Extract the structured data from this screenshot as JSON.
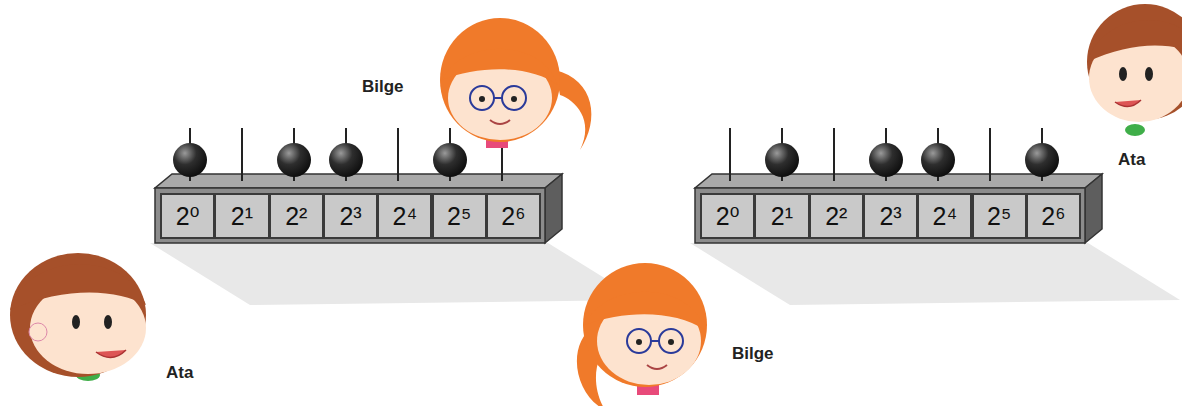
{
  "diagram": {
    "nodes": [
      {
        "text": [
          "2⁰"
        ]
      },
      {
        "text": [
          "2¹"
        ]
      },
      {
        "text": [
          "2²"
        ]
      },
      {
        "text": [
          "2³"
        ]
      },
      {
        "text": [
          "2⁴"
        ]
      },
      {
        "text": [
          "2⁵"
        ]
      },
      {
        "text": [
          "2⁶"
        ]
      },
      {
        "text": [
          "2⁰"
        ]
      },
      {
        "text": [
          "2¹"
        ]
      },
      {
        "text": [
          "2²"
        ]
      },
      {
        "text": [
          "2³"
        ]
      },
      {
        "text": [
          "2⁴"
        ]
      },
      {
        "text": [
          "2⁵"
        ]
      },
      {
        "text": [
          "2⁶"
        ]
      }
    ],
    "labels": [
      "Bilge",
      "Ata",
      "Ata",
      "Bilge"
    ]
  }
}
